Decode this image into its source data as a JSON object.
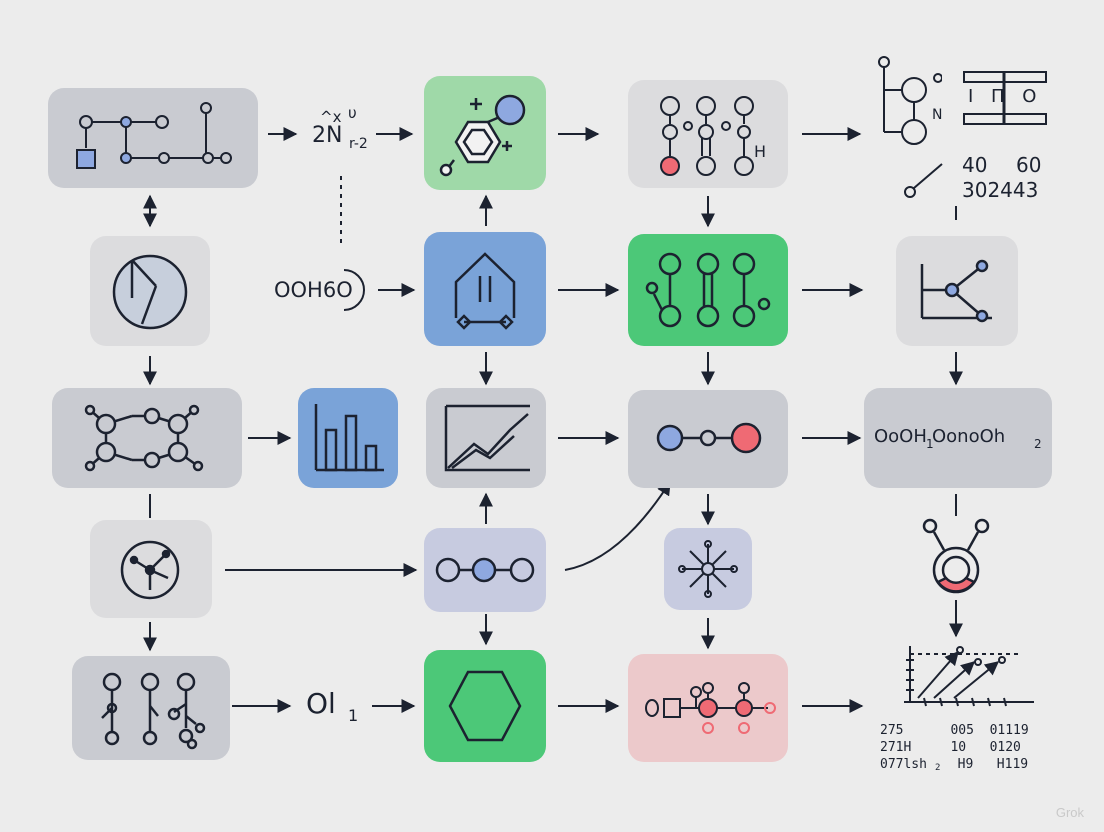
{
  "colors": {
    "background": "#ececec",
    "gray_box": "#c9cbd1",
    "light_gray_box": "#dcdcde",
    "green_box": "#4cc878",
    "light_green_box": "#9fd9a8",
    "blue_box": "#7aa3d8",
    "lavender_box": "#c7cbe0",
    "pink_box": "#ecc9cb",
    "stroke": "#1c2230",
    "node_blue": "#8ea8e0",
    "node_red": "#ef6a74"
  },
  "labels": {
    "formula_top": "2N",
    "formula_sub": "r-2",
    "formula_sup_x": "^x",
    "formula_sup_u": "υ",
    "mid_left": "OOH6O",
    "bottom_left": "Ol",
    "bottom_left_sub": "1",
    "h_label": "H",
    "n_label": "N",
    "io_label": "I  Π  O",
    "num_a": "40",
    "num_b": "60",
    "num_c": "302443",
    "right_box": "OoOH",
    "right_box_sub1": "1",
    "right_box_mid": " OonoOh",
    "right_box_sub2": "2",
    "table_r1": "275      005  01119",
    "table_r2": "271H     10   0120",
    "table_r3": "077lsh",
    "table_r3_sub": "2",
    "table_r3_rest": "  H9   H119"
  },
  "watermark": "Grok"
}
